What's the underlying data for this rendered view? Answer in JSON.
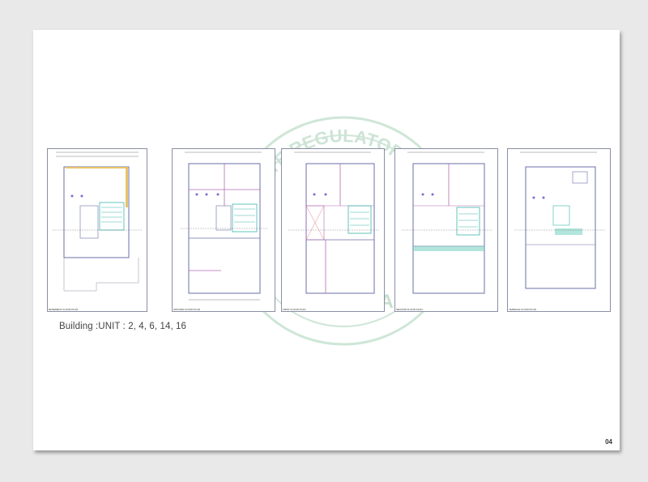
{
  "document": {
    "building_label": "Building :UNIT : 2, 4, 6, 14, 16",
    "page_number": "04"
  },
  "watermark": {
    "top_text": "REAL ESTATE REGULATORY AUTHORITY",
    "bottom_text": "GUJ RERA",
    "color": "#b7d9c4"
  },
  "plans": [
    {
      "id": "basement",
      "caption": "BASEMENT FLOOR PLAN"
    },
    {
      "id": "ground",
      "caption": "GROUND FLOOR PLAN"
    },
    {
      "id": "first",
      "caption": "FIRST FLOOR PLAN"
    },
    {
      "id": "second",
      "caption": "SECOND FLOOR PLAN"
    },
    {
      "id": "terrace",
      "caption": "TERRACE FLOOR PLAN"
    }
  ],
  "colors": {
    "wall": "#6b6fa8",
    "accent_wall": "#b46ab4",
    "stair": "#3cb6a8",
    "highlight": "#e8c46a",
    "dim_line": "#555555"
  }
}
